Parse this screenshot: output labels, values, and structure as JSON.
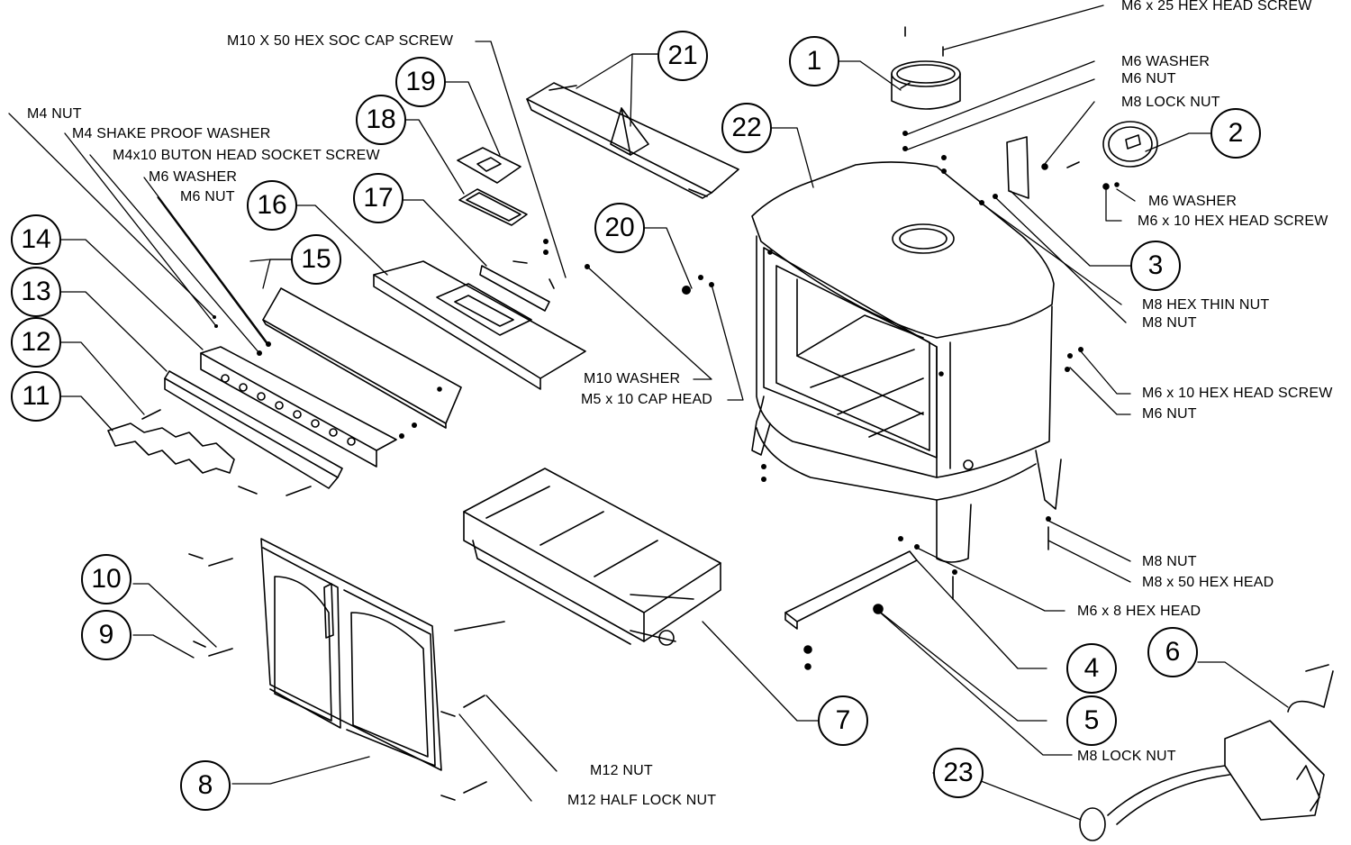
{
  "diagram": {
    "callouts": {
      "c1": "1",
      "c2": "2",
      "c3": "3",
      "c4": "4",
      "c5": "5",
      "c6": "6",
      "c7": "7",
      "c8": "8",
      "c9": "9",
      "c10": "10",
      "c11": "11",
      "c12": "12",
      "c13": "13",
      "c14": "14",
      "c15": "15",
      "c16": "16",
      "c17": "17",
      "c18": "18",
      "c19": "19",
      "c20": "20",
      "c21": "21",
      "c22": "22",
      "c23": "23"
    },
    "labels": {
      "m6x25": "M6 x 25 HEX HEAD SCREW",
      "m6washer_top": "M6 WASHER",
      "m6nut_top": "M6 NUT",
      "m8locknut_top": "M8 LOCK NUT",
      "m6washer_right": "M6 WASHER",
      "m6x10_top": "M6 x 10 HEX  HEAD SCREW",
      "m8hexthin": "M8 HEX THIN NUT",
      "m8nut_mid": "M8 NUT",
      "m6x10_mid": "M6 x 10 HEX  HEAD SCREW",
      "m6nut_mid": "M6 NUT",
      "m8nut_low": "M8 NUT",
      "m8x50": "M8 x 50 HEX HEAD",
      "m6x8": "M6 x 8 HEX HEAD",
      "m8locknut_low": "M8 LOCK NUT",
      "m10x50": "M10 X 50 HEX SOC CAP SCREW",
      "m4nut": "M4 NUT",
      "m4shake": "M4 SHAKE PROOF WASHER",
      "m4x10": "M4x10 BUTON HEAD SOCKET SCREW",
      "m6washer_left": "M6 WASHER",
      "m6nut_left": "M6 NUT",
      "m10washer": "M10 WASHER",
      "m5x10": "M5 x 10 CAP HEAD",
      "m12nut": "M12  NUT",
      "m12half": "M12 HALF LOCK NUT"
    }
  }
}
